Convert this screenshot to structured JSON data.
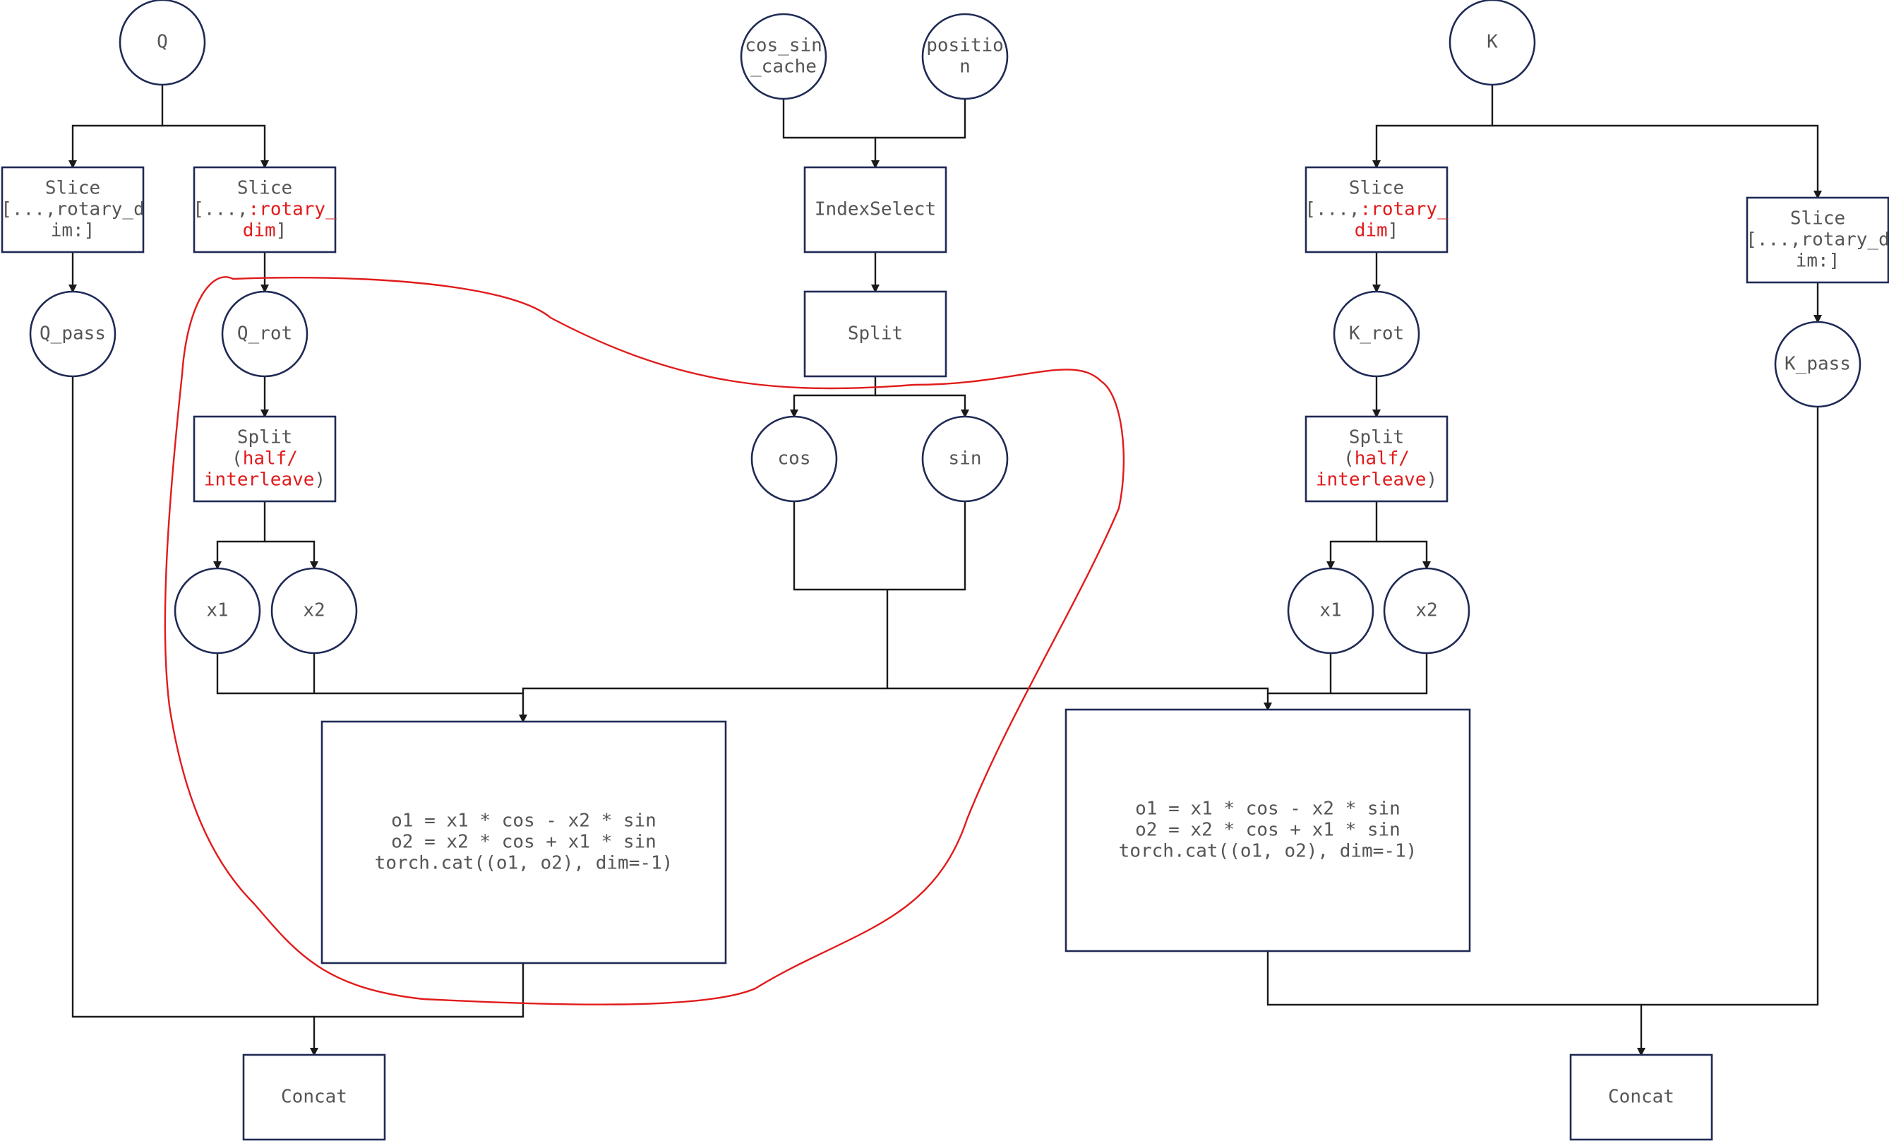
{
  "nodes": {
    "q": {
      "lines": [
        [
          "Q"
        ]
      ]
    },
    "k": {
      "lines": [
        [
          "K"
        ]
      ]
    },
    "cos_sin_cache": {
      "lines": [
        [
          "cos_sin"
        ],
        [
          "_cache"
        ]
      ]
    },
    "position": {
      "lines": [
        [
          "positio"
        ],
        [
          "n"
        ]
      ]
    },
    "q_slice_pass": {
      "lines": [
        [
          "Slice"
        ],
        [
          "[...,rotary_d"
        ],
        [
          "im:]"
        ]
      ]
    },
    "q_slice_rot": {
      "lines": [
        [
          "Slice"
        ],
        [
          "[...,",
          ":rotary_"
        ],
        [
          "dim",
          "]"
        ]
      ]
    },
    "index_select": {
      "lines": [
        [
          "IndexSelect"
        ]
      ]
    },
    "split_cache": {
      "lines": [
        [
          "Split"
        ]
      ]
    },
    "k_slice_rot": {
      "lines": [
        [
          "Slice"
        ],
        [
          "[...,",
          ":rotary_"
        ],
        [
          "dim",
          "]"
        ]
      ]
    },
    "k_slice_pass": {
      "lines": [
        [
          "Slice"
        ],
        [
          "[...,rotary_d"
        ],
        [
          "im:]"
        ]
      ]
    },
    "q_pass": {
      "lines": [
        [
          "Q_pass"
        ]
      ]
    },
    "q_rot": {
      "lines": [
        [
          "Q_rot"
        ]
      ]
    },
    "k_rot": {
      "lines": [
        [
          "K_rot"
        ]
      ]
    },
    "k_pass": {
      "lines": [
        [
          "K_pass"
        ]
      ]
    },
    "q_split": {
      "lines": [
        [
          "Split"
        ],
        [
          "(",
          "half/"
        ],
        [
          "interleave",
          ")"
        ]
      ]
    },
    "k_split": {
      "lines": [
        [
          "Split"
        ],
        [
          "(",
          "half/"
        ],
        [
          "interleave",
          ")"
        ]
      ]
    },
    "cos": {
      "lines": [
        [
          "cos"
        ]
      ]
    },
    "sin": {
      "lines": [
        [
          "sin"
        ]
      ]
    },
    "q_x1": {
      "lines": [
        [
          "x1"
        ]
      ]
    },
    "q_x2": {
      "lines": [
        [
          "x2"
        ]
      ]
    },
    "k_x1": {
      "lines": [
        [
          "x1"
        ]
      ]
    },
    "k_x2": {
      "lines": [
        [
          "x2"
        ]
      ]
    },
    "q_rotate": {
      "lines": [
        [
          "o1 = x1 * cos - x2 * sin"
        ],
        [
          "o2 = x2 * cos + x1 * sin"
        ],
        [
          "torch.cat((o1, o2), dim=-1)"
        ]
      ]
    },
    "k_rotate": {
      "lines": [
        [
          "o1 = x1 * cos - x2 * sin"
        ],
        [
          "o2 = x2 * cos + x1 * sin"
        ],
        [
          "torch.cat((o1, o2), dim=-1)"
        ]
      ]
    },
    "q_concat": {
      "lines": [
        [
          "Concat"
        ]
      ]
    },
    "k_concat": {
      "lines": [
        [
          "Concat"
        ]
      ]
    }
  },
  "colors": {
    "node_border": "#1f2a55",
    "edge": "#1a1a1a",
    "text": "#555555",
    "highlight_text": "#e11b1b",
    "annotation_stroke": "#e11b1b"
  }
}
